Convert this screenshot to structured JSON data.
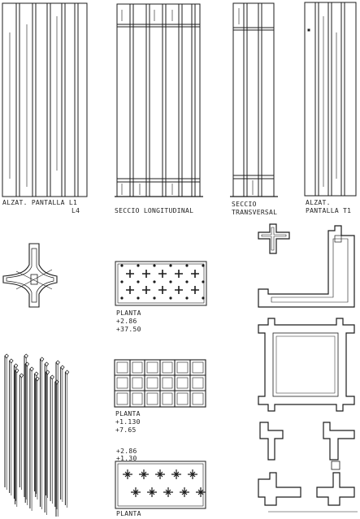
{
  "labels": {
    "alzat_l": [
      "ALZAT. PANTALLA L1",
      "L4"
    ],
    "seccio_long": "SECCIO LONGITUDINAL",
    "seccio_trans": [
      "SECCIO",
      "TRANSVERSAL"
    ],
    "alzat_t": [
      "ALZAT.",
      "PANTALLA T1"
    ],
    "planta_1": [
      "PLANTA",
      "+2.86",
      "+37.50"
    ],
    "planta_2": [
      "PLANTA",
      "+1.130",
      "+7.65"
    ],
    "planta_3": [
      "+2.86",
      "+1.30",
      "PLANTA"
    ]
  },
  "ink_color": "#1c1c1c"
}
